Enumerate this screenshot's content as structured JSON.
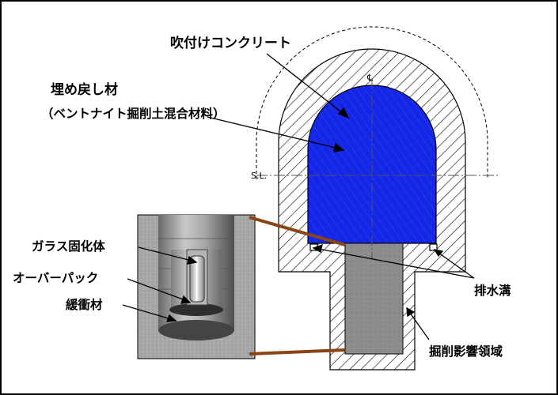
{
  "labels": {
    "shotcrete": "吹付けコンクリート",
    "backfill_line1": "埋め戻し材",
    "backfill_line2": "（ベントナイト掘削土混合材料）",
    "vitrified_waste": "ガラス固化体",
    "overpack": "オーバーパック",
    "buffer": "緩衝材",
    "drainage": "排水溝",
    "edz": "掘削影響領域",
    "spring_line": "S.L.",
    "centerline": "℄"
  },
  "colors": {
    "backfill": "#1426e6",
    "edz_fill": "#8c8c8c",
    "connector": "#8b4513",
    "hatch": "#000000"
  }
}
